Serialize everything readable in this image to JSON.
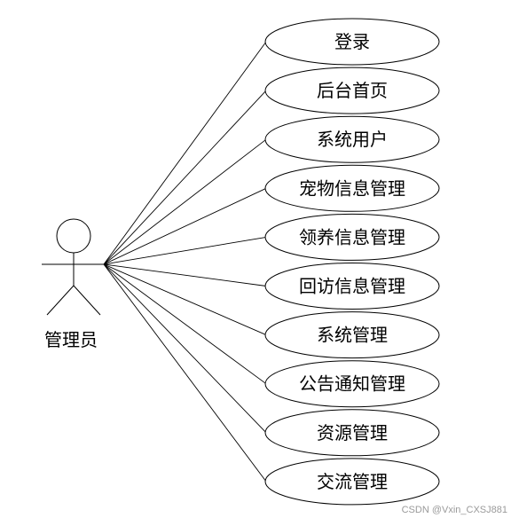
{
  "diagram": {
    "actor": {
      "label": "管理员"
    },
    "use_cases": [
      {
        "label": "登录"
      },
      {
        "label": "后台首页"
      },
      {
        "label": "系统用户"
      },
      {
        "label": "宠物信息管理"
      },
      {
        "label": "领养信息管理"
      },
      {
        "label": "回访信息管理"
      },
      {
        "label": "系统管理"
      },
      {
        "label": "公告通知管理"
      },
      {
        "label": "资源管理"
      },
      {
        "label": "交流管理"
      }
    ]
  },
  "watermark": "CSDN @Vxin_CXSJ881"
}
